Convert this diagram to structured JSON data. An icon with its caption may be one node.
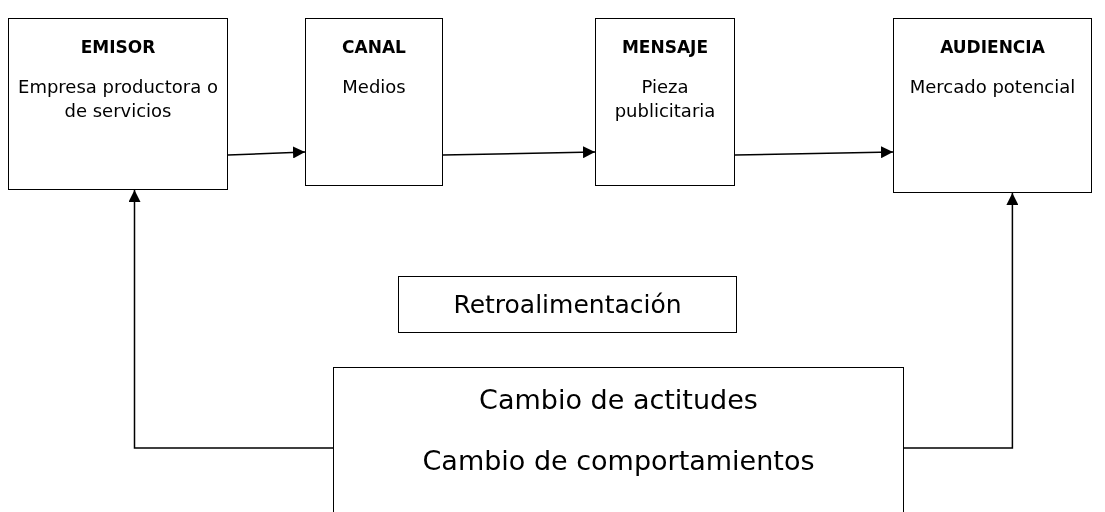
{
  "diagram": {
    "nodes": [
      {
        "text": [
          "EMISOR",
          "Empresa productora o de servicios"
        ]
      },
      {
        "text": [
          "CANAL",
          "Medios"
        ]
      },
      {
        "text": [
          "MENSAJE",
          "Pieza publicitaria"
        ]
      },
      {
        "text": [
          "AUDIENCIA",
          "Mercado potencial"
        ]
      },
      {
        "text": [
          "Retroalimentación"
        ]
      },
      {
        "text": [
          "Cambio de actitudes",
          "Cambio de comportamientos"
        ]
      }
    ],
    "edges": [
      {
        "from": 0,
        "to": 1,
        "arrow": "to"
      },
      {
        "from": 1,
        "to": 2,
        "arrow": "to"
      },
      {
        "from": 2,
        "to": 3,
        "arrow": "to"
      },
      {
        "from": 5,
        "to": 0,
        "arrow": "to"
      },
      {
        "from": 5,
        "to": 3,
        "arrow": "to"
      }
    ]
  }
}
